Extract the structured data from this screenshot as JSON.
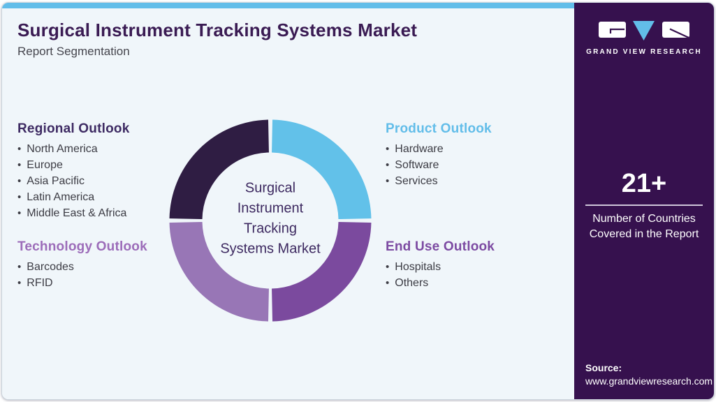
{
  "colors": {
    "card_bg": "#f0f6fa",
    "topbar": "#62bde9",
    "sidebar_bg": "#36114E",
    "title": "#3a1b53",
    "body_text": "#3c3c44",
    "donut_center_text": "#3d2960"
  },
  "header": {
    "title": "Surgical Instrument Tracking Systems Market",
    "subtitle": "Report Segmentation"
  },
  "sections": {
    "regional": {
      "title": "Regional Outlook",
      "accent": "#3e2b63",
      "items": [
        "North America",
        "Europe",
        "Asia Pacific",
        "Latin America",
        "Middle East & Africa"
      ]
    },
    "technology": {
      "title": "Technology Outlook",
      "accent": "#9c6cb9",
      "items": [
        "Barcodes",
        "RFID"
      ]
    },
    "product": {
      "title": "Product Outlook",
      "accent": "#62bde9",
      "items": [
        "Hardware",
        "Software",
        "Services"
      ]
    },
    "end_use": {
      "title": "End Use Outlook",
      "accent": "#7c4aa2",
      "items": [
        "Hospitals",
        "Others"
      ]
    }
  },
  "donut": {
    "center_lines": [
      "Surgical",
      "Instrument",
      "Tracking",
      "Systems Market"
    ],
    "segments": [
      {
        "name": "product",
        "color": "#62c1e9",
        "start": 1.2,
        "end": 88.8
      },
      {
        "name": "regional",
        "color": "#2f1d43",
        "start": 91.2,
        "end": 178.8
      },
      {
        "name": "technology",
        "color": "#9876b6",
        "start": 181.2,
        "end": 268.8
      },
      {
        "name": "end_use",
        "color": "#7b4a9e",
        "start": 271.2,
        "end": 358.8
      }
    ]
  },
  "sidebar": {
    "logo_text": "GRAND VIEW RESEARCH",
    "stat_value": "21+",
    "stat_label": "Number of Countries Covered in the Report",
    "source_label": "Source:",
    "source_url": "www.grandviewresearch.com"
  }
}
